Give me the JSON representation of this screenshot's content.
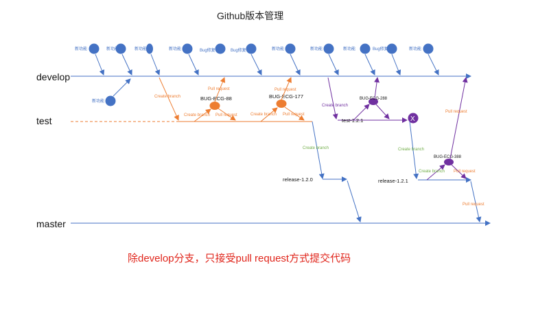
{
  "title": "Github版本管理",
  "lanes": {
    "develop": "develop",
    "test": "test",
    "master": "master"
  },
  "commit_labels": {
    "c1": "新功能",
    "c2": "新功能",
    "c3": "新功能",
    "c4": "新功能",
    "c5": "Bug修复",
    "c6": "Bug修复",
    "c7": "新功能",
    "c8": "新功能",
    "c9": "新功能",
    "c10": "Bug修复",
    "c11": "新功能",
    "c12": "新功能"
  },
  "branches": {
    "bug88": "BUG-ECG-88",
    "bug177": "BUG-ECG-177",
    "bug288": "BUG-ECG-288",
    "bug388": "BUG-ECG-388",
    "test121": "test-1.2.1",
    "release120": "release-1.2.0",
    "release121": "release-1.2.1"
  },
  "actions": {
    "create_branch": "Create branch",
    "pull_request": "Pull request"
  },
  "footnote": "除develop分支，只接受pull request方式提交代码",
  "colors": {
    "blue": "#4472c4",
    "orange": "#ed7d31",
    "purple": "#7030a0",
    "green": "#70ad47",
    "red": "#e0251b"
  }
}
